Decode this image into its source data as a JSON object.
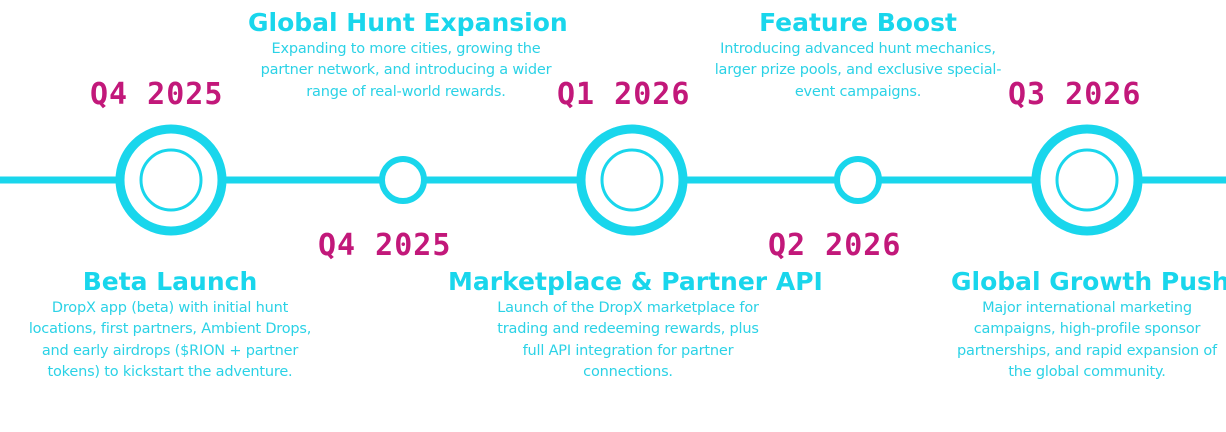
{
  "colors": {
    "accent_cyan": "#19d6ec",
    "accent_magenta": "#c2187a",
    "background": "#ffffff"
  },
  "milestones": [
    {
      "quarter": "Q4 2025",
      "title": "Beta Launch",
      "description": "DropX app (beta) with initial hunt locations, first partners, Ambient Drops, and early airdrops ($RION + partner tokens) to kickstart the adventure."
    },
    {
      "quarter": "Q4 2025",
      "title": "Global Hunt Expansion",
      "description": "Expanding to more cities, growing the partner network, and introducing a wider range of real-world rewards."
    },
    {
      "quarter": "Q1 2026",
      "title": "Marketplace & Partner API",
      "description": "Launch of the DropX marketplace for trading and redeeming rewards, plus full API integration for partner connections."
    },
    {
      "quarter": "Q2 2026",
      "title": "Feature Boost",
      "description": "Introducing advanced hunt mechanics, larger prize pools, and exclusive special-event campaigns."
    },
    {
      "quarter": "Q3 2026",
      "title": "Global Growth Push",
      "description": "Major international marketing campaigns, high-profile sponsor partnerships, and rapid expansion of the global community."
    }
  ]
}
